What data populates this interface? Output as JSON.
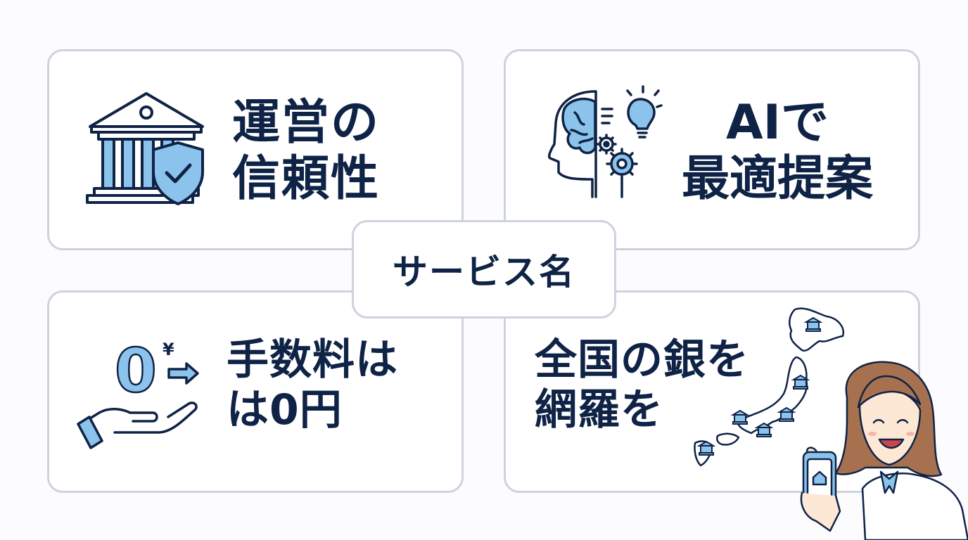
{
  "center": {
    "title": "サービス名"
  },
  "cards": {
    "top_left": {
      "line1": "運営の",
      "line2": "信頼性",
      "icon": "bank-shield-icon"
    },
    "top_right": {
      "line1": "AIで",
      "line2": "最適提案",
      "icon": "ai-brain-icon"
    },
    "bottom_left": {
      "line1": "手数料は",
      "line2": "は0円",
      "icon": "zero-fee-hand-icon"
    },
    "bottom_right": {
      "line1": "全国の銀を",
      "line2": "網羅を",
      "icon": "japan-map-banks-icon"
    }
  },
  "fee_icon": {
    "zero": "0",
    "yen": "¥"
  },
  "colors": {
    "navy": "#0f2346",
    "accent_blue": "#8cc3ec",
    "border": "#cdd3dd",
    "background": "#fcfcfe"
  }
}
